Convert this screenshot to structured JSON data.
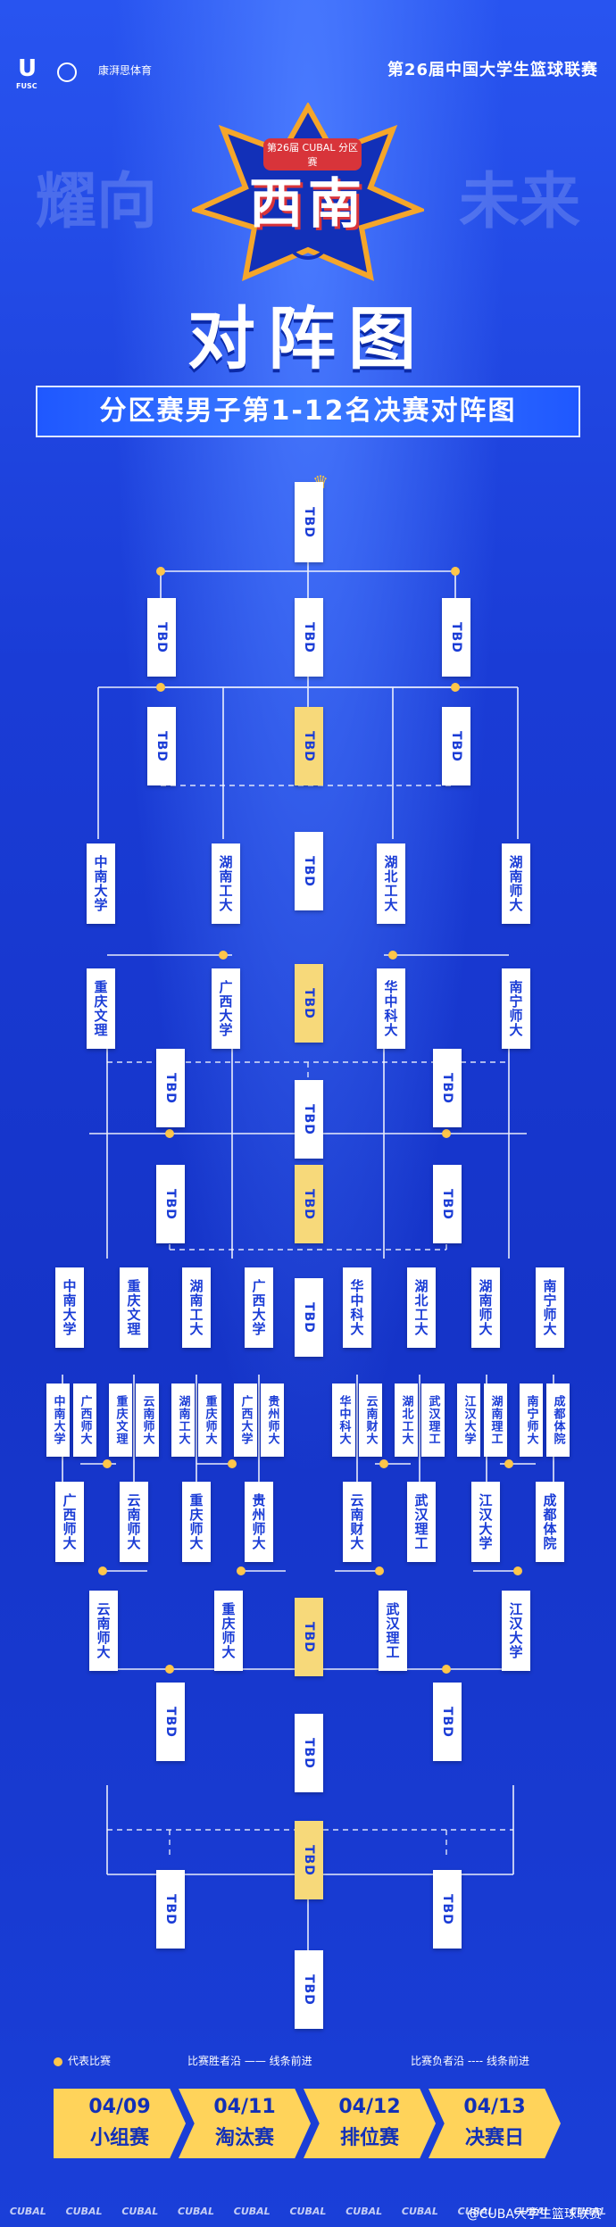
{
  "header": {
    "logo_left": "U",
    "logo_left_sub": "FUSC",
    "partner": "康湃思体育",
    "league_title": "第26届中国大学生篮球联赛"
  },
  "badge": {
    "small_text": "第26届 CUBAL 分区赛",
    "big_text": "西南"
  },
  "slogan": {
    "left": "耀向",
    "right": "未来"
  },
  "title": "对阵图",
  "subtitle": "分区赛男子第1-12名决赛对阵图",
  "teams": {
    "top_row": [
      "中南大学",
      "湖南工大",
      "湖北工大",
      "湖南师大"
    ],
    "second_row": [
      "重庆文理",
      "广西大学",
      "华中科大",
      "南宁师大"
    ],
    "r16_row": [
      "中南大学",
      "重庆文理",
      "湖南工大",
      "广西大学",
      "华中科大",
      "湖北工大",
      "湖南师大",
      "南宁师大"
    ],
    "group_pairs": [
      [
        "中南大学",
        "广西师大"
      ],
      [
        "重庆文理",
        "云南师大"
      ],
      [
        "湖南工大",
        "重庆师大"
      ],
      [
        "广西大学",
        "贵州师大"
      ],
      [
        "华中科大",
        "云南财大"
      ],
      [
        "湖北工大",
        "武汉理工"
      ],
      [
        "江汉大学",
        "湖南理工"
      ],
      [
        "南宁师大",
        "成都体院"
      ]
    ],
    "group_winners": [
      "广西师大",
      "云南师大",
      "重庆师大",
      "贵州师大",
      "云南财大",
      "武汉理工",
      "江汉大学",
      "成都体院"
    ],
    "qf_row": [
      "云南师大",
      "重庆师大",
      "武汉理工",
      "江汉大学"
    ]
  },
  "tbd": "TBD",
  "legend": {
    "dot_label": "代表比赛",
    "winner_label": "比赛胜者沿 —— 线条前进",
    "loser_label": "比赛负者沿 ---- 线条前进"
  },
  "dates": [
    {
      "date": "04/09",
      "name": "小组赛"
    },
    {
      "date": "04/11",
      "name": "淘汰赛"
    },
    {
      "date": "04/12",
      "name": "排位赛"
    },
    {
      "date": "04/13",
      "name": "决赛日"
    }
  ],
  "footer": [
    "CUBAL",
    "CUBAL",
    "CUBAL",
    "CUBAL",
    "CUBAL",
    "CUBAL",
    "CUBAL",
    "CUBAL",
    "CUBAL",
    "CUBAL",
    "CUBAL"
  ],
  "watermark": "@CUBA大学生篮球联赛",
  "colors": {
    "bg": "#1b3fd8",
    "gold": "#ffd35a",
    "dot": "#ffc64a",
    "accent_red": "#d8343a"
  }
}
